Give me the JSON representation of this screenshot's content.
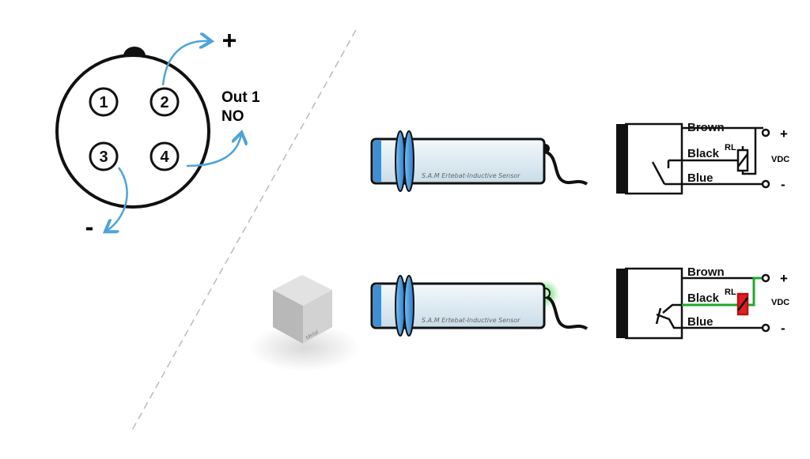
{
  "connector": {
    "pins": [
      "1",
      "2",
      "3",
      "4"
    ],
    "plus_label": "+",
    "minus_label": "-",
    "output_label": "Out 1",
    "output_type": "NO",
    "arrow_color": "#4da3dc"
  },
  "sensor": {
    "brand_text": "S.A.M Ertebat-Inductive Sensor"
  },
  "metal_label": "Metal",
  "schematic": {
    "brown": "Brown",
    "black": "Black",
    "blue": "Blue",
    "relay": "RL",
    "plus": "+",
    "minus": "-",
    "vdc": "VDC"
  },
  "colors": {
    "active_wire": "#1faa2a",
    "relay_active": "#e02020",
    "sensor_blue": "#3c8fd6"
  }
}
